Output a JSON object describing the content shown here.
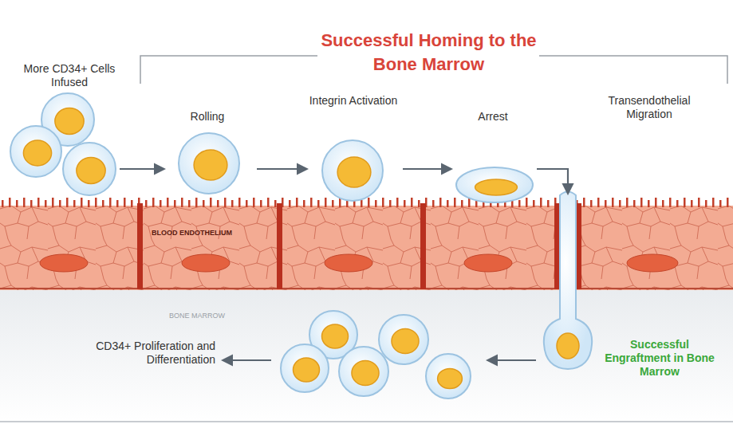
{
  "diagram": {
    "title": "Successful Homing to the Bone Marrow",
    "labels": [
      "More CD34+ Cells Infused",
      "Rolling",
      "Integrin Activation",
      "Arrest",
      "Transendothelial Migration",
      "BLOOD ENDOTHELIUM",
      "BONE MARROW",
      "Successful Engraftment in Bone Marrow",
      "CD34+ Proliferation and Differentiation"
    ]
  }
}
